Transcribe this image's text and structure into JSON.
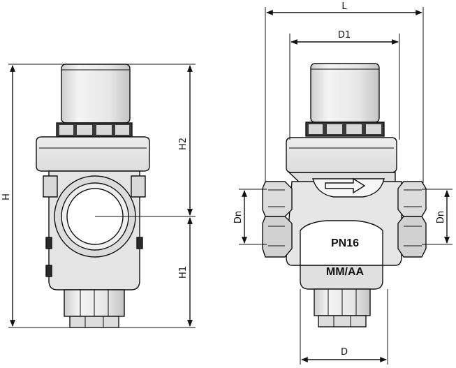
{
  "colors": {
    "line": "#111111",
    "light_gray": "#ececec",
    "mid_gray": "#d8d8d8",
    "dark_gray": "#bdbdbd",
    "background": "#ffffff"
  },
  "dimensions": {
    "H": "H",
    "H1": "H1",
    "H2": "H2",
    "L": "L",
    "D1": "D1",
    "D": "D",
    "Dn_left": "Dn",
    "Dn_right": "Dn"
  },
  "markings": {
    "pressure_rating": "PN16",
    "material_code": "MM/AA"
  }
}
